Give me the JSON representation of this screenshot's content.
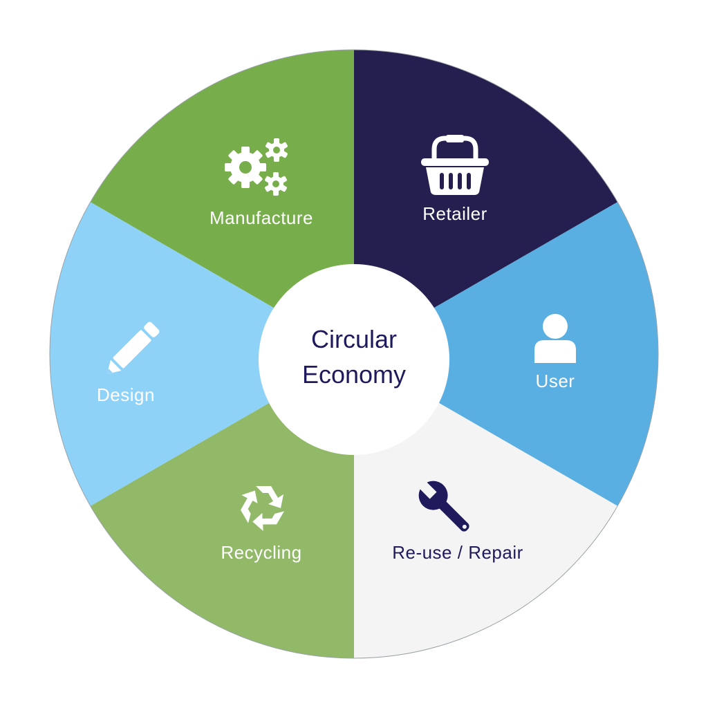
{
  "center": {
    "line1": "Circular",
    "line2": "Economy",
    "text_color": "#1e1a5c",
    "fill": "#ffffff"
  },
  "segments": [
    {
      "id": "retailer",
      "label": "Retailer",
      "icon": "basket-icon",
      "fill": "#241f4e",
      "text_color": "#ffffff"
    },
    {
      "id": "user",
      "label": "User",
      "icon": "user-icon",
      "fill": "#5aafe2",
      "text_color": "#ffffff"
    },
    {
      "id": "reuse-repair",
      "label": "Re-use / Repair",
      "icon": "wrench-icon",
      "fill": "#f4f4f4",
      "text_color": "#1e1a5c"
    },
    {
      "id": "recycling",
      "label": "Recycling",
      "icon": "recycle-icon",
      "fill": "#91b967",
      "text_color": "#ffffff"
    },
    {
      "id": "design",
      "label": "Design",
      "icon": "pencil-icon",
      "fill": "#8fd2f8",
      "text_color": "#ffffff"
    },
    {
      "id": "manufacture",
      "label": "Manufacture",
      "icon": "gears-icon",
      "fill": "#77ad4a",
      "text_color": "#ffffff"
    }
  ]
}
